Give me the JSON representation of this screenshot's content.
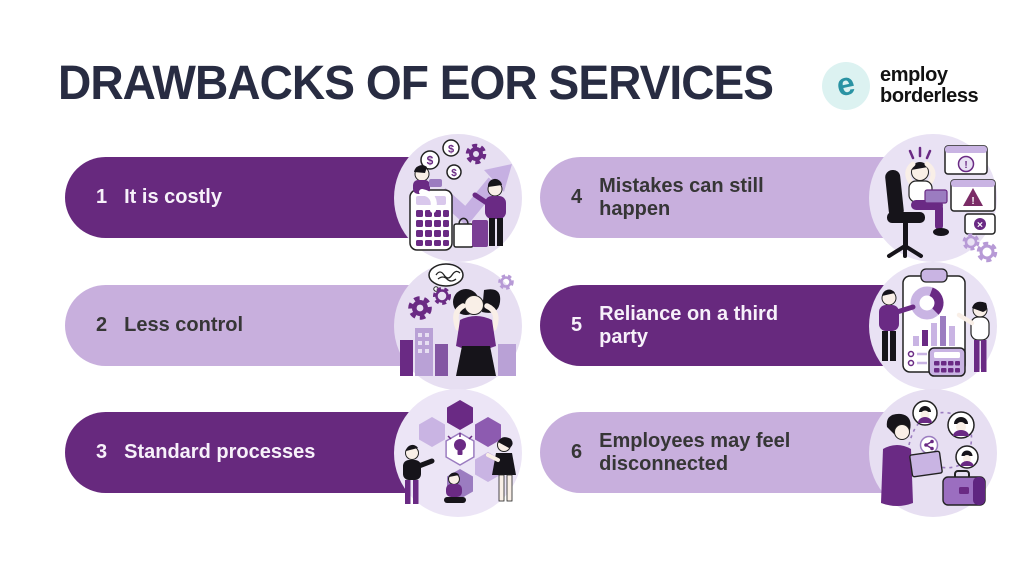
{
  "header": {
    "title": "DRAWBACKS OF EOR SERVICES",
    "logo": {
      "mark": "e",
      "line1": "employ",
      "line2": "borderless"
    }
  },
  "items": [
    {
      "number": "1",
      "label": "It is costly",
      "variant": "dark",
      "illustration": "money-growth"
    },
    {
      "number": "2",
      "label": "Less control",
      "variant": "light",
      "illustration": "stressed-woman-gears"
    },
    {
      "number": "3",
      "label": "Standard processes",
      "variant": "dark",
      "illustration": "hexagon-teamwork"
    },
    {
      "number": "4",
      "label": "Mistakes can still happen",
      "variant": "light",
      "illustration": "error-warnings"
    },
    {
      "number": "5",
      "label": "Reliance on a third party",
      "variant": "dark",
      "illustration": "clipboard-analysis"
    },
    {
      "number": "6",
      "label": "Employees may feel disconnected",
      "variant": "light",
      "illustration": "remote-network"
    }
  ],
  "glyphs": {
    "dollar": "$",
    "exclamation": "!",
    "cross": "✕"
  },
  "colors": {
    "dark_purple": "#67297e",
    "light_purple": "#c8afdd",
    "illustration_bg": "#e7dff2",
    "accent_purple": "#6a2a84",
    "mid_purple": "#9b7cc0",
    "title_navy": "#282c42",
    "logo_teal": "#2a93a3",
    "logo_mint": "#dcf2f1",
    "background": "#ffffff"
  }
}
